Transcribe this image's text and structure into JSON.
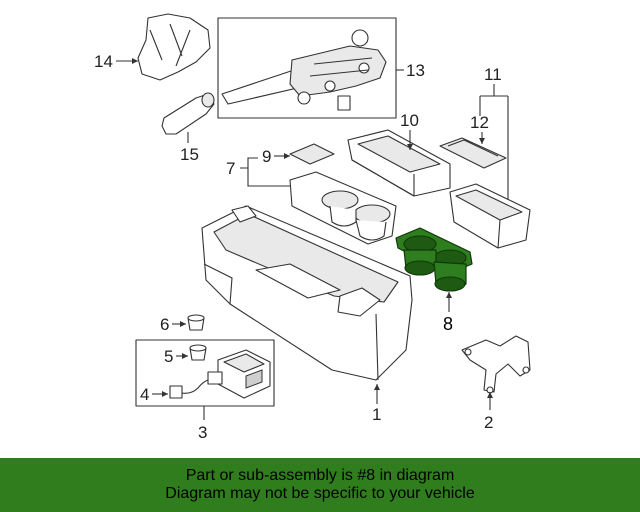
{
  "diagram": {
    "callouts": {
      "c1": "1",
      "c2": "2",
      "c3": "3",
      "c4": "4",
      "c5": "5",
      "c6": "6",
      "c7": "7",
      "c8": "8",
      "c9": "9",
      "c10": "10",
      "c11": "11",
      "c12": "12",
      "c13": "13",
      "c14": "14",
      "c15": "15"
    },
    "highlighted_part": "8",
    "highlight_color": "#2e7d1e"
  },
  "footer": {
    "line1": "Part or sub-assembly is #8 in diagram",
    "line2": "Diagram may not be specific to your vehicle",
    "background": "#2f7d1c"
  }
}
